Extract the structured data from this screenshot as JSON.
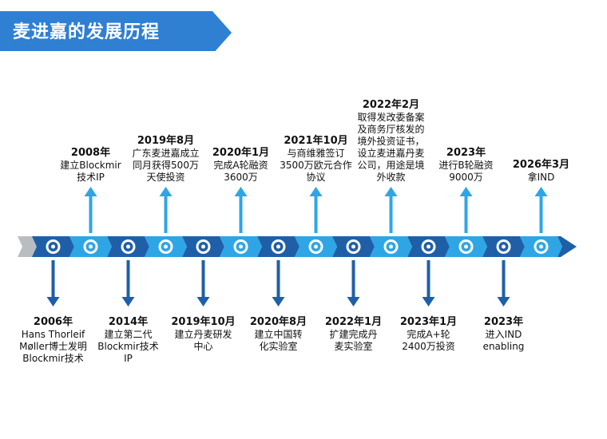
{
  "header": {
    "title": "麦进嘉的发展历程",
    "banner_color": "#2f7fd3"
  },
  "colors": {
    "dark_blue": "#1f5fa8",
    "light_blue": "#2ea6e6",
    "gray": "#b9bdc2"
  },
  "icons": {
    "milestone": "circle-marker-icon",
    "arrow_up": "arrow-up-icon",
    "arrow_down": "arrow-down-icon"
  },
  "events_above": [
    {
      "date": "2008年",
      "desc": "建立Blockmir\n技术IP"
    },
    {
      "date": "2019年8月",
      "desc": "广东麦进嘉成立\n同月获得500万\n天使投资"
    },
    {
      "date": "2020年1月",
      "desc": "完成A轮融资\n3600万"
    },
    {
      "date": "2021年10月",
      "desc": "与商维雅签订\n3500万欧元合作\n协议"
    },
    {
      "date": "2022年2月",
      "desc": "取得发改委备案\n及商务厅核发的\n境外投资证书，\n设立麦进嘉丹麦\n公司，用途是境\n外收款"
    },
    {
      "date": "2023年",
      "desc": "进行B轮融资\n9000万"
    },
    {
      "date": "2026年3月",
      "desc": "拿IND"
    }
  ],
  "events_below": [
    {
      "date": "2006年",
      "desc": "Hans Thorleif\nMøller博士发明\nBlockmir技术"
    },
    {
      "date": "2014年",
      "desc": "建立第二代\nBlockmir技术\nIP"
    },
    {
      "date": "2019年10月",
      "desc": "建立丹麦研发\n中心"
    },
    {
      "date": "2020年8月",
      "desc": "建立中国转\n化实验室"
    },
    {
      "date": "2022年1月",
      "desc": "扩建完成丹\n麦实验室"
    },
    {
      "date": "2023年1月",
      "desc": "完成A+轮\n2400万投资"
    },
    {
      "date": "2023年",
      "desc": "进入IND\nenabling"
    }
  ]
}
